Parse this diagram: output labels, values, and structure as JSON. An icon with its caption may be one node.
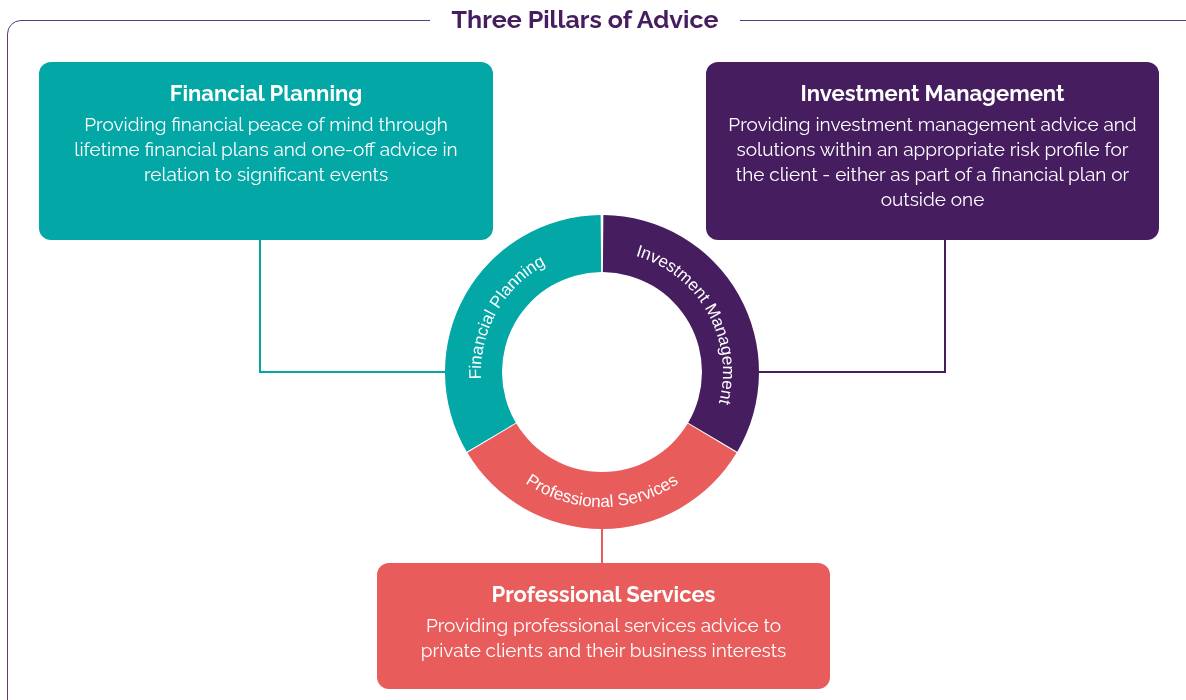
{
  "diagram": {
    "title": "Three Pillars of Advice",
    "nodes": [
      {
        "text": [
          "Financial Planning",
          "Providing financial peace of mind through lifetime financial plans and one-off advice in relation to significant events"
        ]
      },
      {
        "text": [
          "Investment Management",
          "Providing investment management advice and solutions within an appropriate risk profile for the client - either as part of a financial plan or outside one"
        ]
      },
      {
        "text": [
          "Professional Services",
          "Providing professional services advice to private clients and their business interests"
        ]
      },
      {
        "text": [
          "Financial Planning"
        ]
      },
      {
        "text": [
          "Investment Management"
        ]
      },
      {
        "text": [
          "Professional Services"
        ]
      }
    ],
    "edges": [
      {
        "from": 0,
        "to": 3,
        "arrow": "none",
        "color": "#02a7a6"
      },
      {
        "from": 1,
        "to": 4,
        "arrow": "none",
        "color": "#461e60"
      },
      {
        "from": 2,
        "to": 5,
        "arrow": "none",
        "color": "#e85c5c"
      }
    ]
  }
}
